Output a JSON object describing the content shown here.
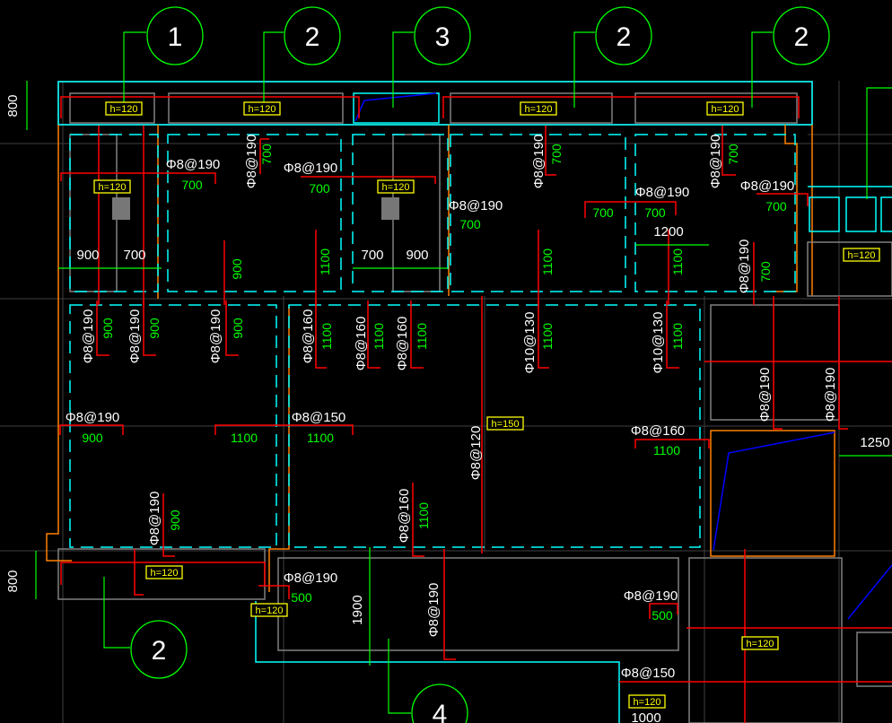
{
  "drawing": {
    "axis_bubbles": [
      "1",
      "2",
      "3",
      "2",
      "2",
      "2",
      "4"
    ],
    "slab_thickness": [
      "h=120",
      "h=120",
      "h=120",
      "h=120",
      "h=120",
      "h=120",
      "h=120",
      "h=120",
      "h=120",
      "h=120",
      "h=120",
      "h=150"
    ],
    "dimensions": [
      "800",
      "800",
      "900",
      "700",
      "700",
      "900",
      "1200",
      "1250",
      "1900",
      "1000"
    ],
    "rebar_horizontal": [
      "Φ8@190",
      "Φ8@190",
      "Φ8@190",
      "Φ8@190",
      "Φ8@190",
      "Φ8@190",
      "Φ8@150",
      "Φ8@160",
      "Φ8@190",
      "Φ8@190",
      "Φ8@150"
    ],
    "rebar_vertical": [
      "Φ8@190",
      "Φ8@190",
      "Φ8@190",
      "Φ8@190",
      "Φ8@190",
      "Φ8@190",
      "Φ8@190",
      "Φ8@190",
      "Φ8@190",
      "Φ8@190",
      "Φ8@190",
      "Φ8@160",
      "Φ8@160",
      "Φ8@160",
      "Φ8@160",
      "Φ10@130",
      "Φ10@130",
      "Φ8@120"
    ],
    "length_horizontal": [
      "700",
      "700",
      "700",
      "700",
      "700",
      "700",
      "900",
      "1100",
      "1100",
      "1100",
      "500",
      "500"
    ],
    "length_vertical": [
      "700",
      "700",
      "700",
      "700",
      "900",
      "900",
      "900",
      "900",
      "900",
      "1100",
      "1100",
      "1100",
      "1100",
      "1100",
      "1100",
      "1100",
      "1100",
      "1100"
    ]
  },
  "colors": {
    "background": "#000000",
    "rebar": "#ff0000",
    "wall": "#ff8000",
    "slab_edge": "#00ffff",
    "axis": "#00ff00",
    "label_box": "#ffff00"
  }
}
